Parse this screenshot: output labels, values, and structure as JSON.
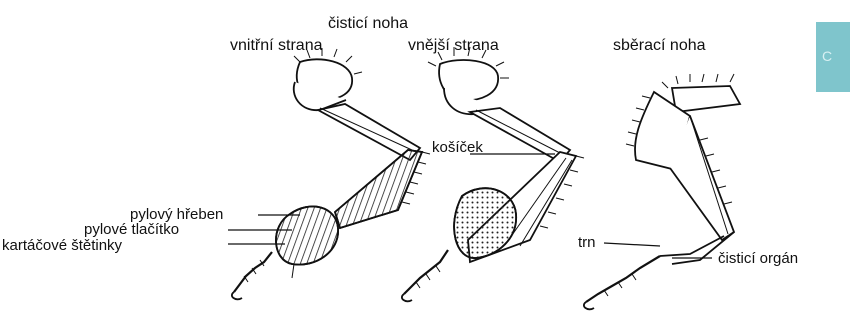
{
  "headers": {
    "top": "čisticí noha",
    "inner": "vnitřní strana",
    "outer": "vnější strana",
    "collect": "sběrací noha"
  },
  "labels": {
    "pollen_comb": "pylový hřeben",
    "pollen_press": "pylové tlačítko",
    "brush_bristles": "kartáčové štětinky",
    "basket": "košíček",
    "spine": "trn",
    "cleaning_organ": "čisticí orgán"
  },
  "tab": {
    "text": "C",
    "color": "#7fc5cc"
  }
}
